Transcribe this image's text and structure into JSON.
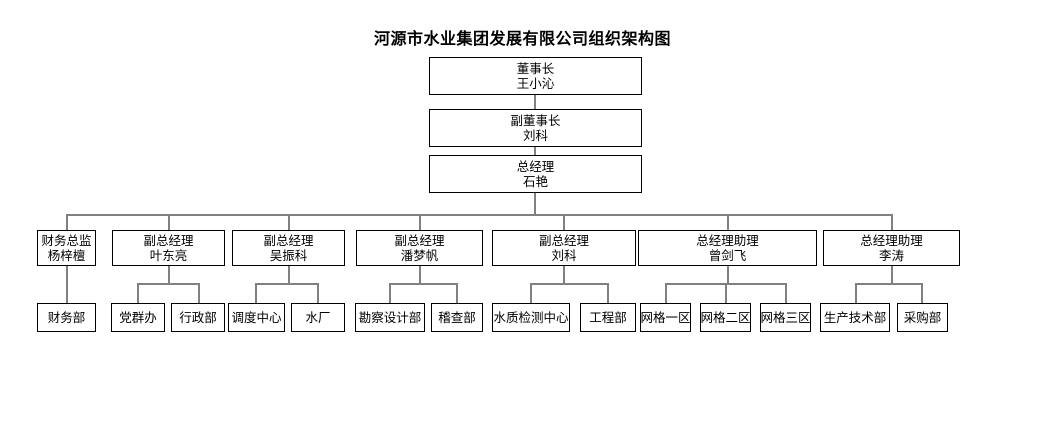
{
  "title": "河源市水业集团发展有限公司组织架构图",
  "chart_data": {
    "type": "diagram",
    "title": "河源市水业集团发展有限公司组织架构图",
    "diagram_kind": "organization-chart",
    "orientation": "top-down",
    "levels": 4,
    "node_style": {
      "fill": "#ffffff",
      "border": "#000000",
      "text": "#000000",
      "connector": "#808080"
    }
  },
  "nodes": {
    "chairman": {
      "role": "董事长",
      "name": "王小沁"
    },
    "vice_chairman": {
      "role": "副董事长",
      "name": "刘科"
    },
    "gm": {
      "role": "总经理",
      "name": "石艳"
    },
    "d1": {
      "role": "财务总监",
      "name": "杨梓檀"
    },
    "d2": {
      "role": "副总经理",
      "name": "叶东亮"
    },
    "d3": {
      "role": "副总经理",
      "name": "吴振科"
    },
    "d4": {
      "role": "副总经理",
      "name": "潘梦帆"
    },
    "d5": {
      "role": "副总经理",
      "name": "刘科"
    },
    "d6": {
      "role": "总经理助理",
      "name": "曾剑飞"
    },
    "d7": {
      "role": "总经理助理",
      "name": "李涛"
    }
  },
  "departments": {
    "d1_children": [
      {
        "label": "财务部"
      }
    ],
    "d2_children": [
      {
        "label": "党群办"
      },
      {
        "label": "行政部"
      }
    ],
    "d3_children": [
      {
        "label": "调度中心"
      },
      {
        "label": "水厂"
      }
    ],
    "d4_children": [
      {
        "label": "勘察设计部"
      },
      {
        "label": "稽查部"
      }
    ],
    "d5_children": [
      {
        "label": "水质检测中心"
      },
      {
        "label": "工程部"
      }
    ],
    "d6_children": [
      {
        "label": "网格一区"
      },
      {
        "label": "网格二区"
      },
      {
        "label": "网格三区"
      }
    ],
    "d7_children": [
      {
        "label": "生产技术部"
      },
      {
        "label": "采购部"
      }
    ]
  }
}
